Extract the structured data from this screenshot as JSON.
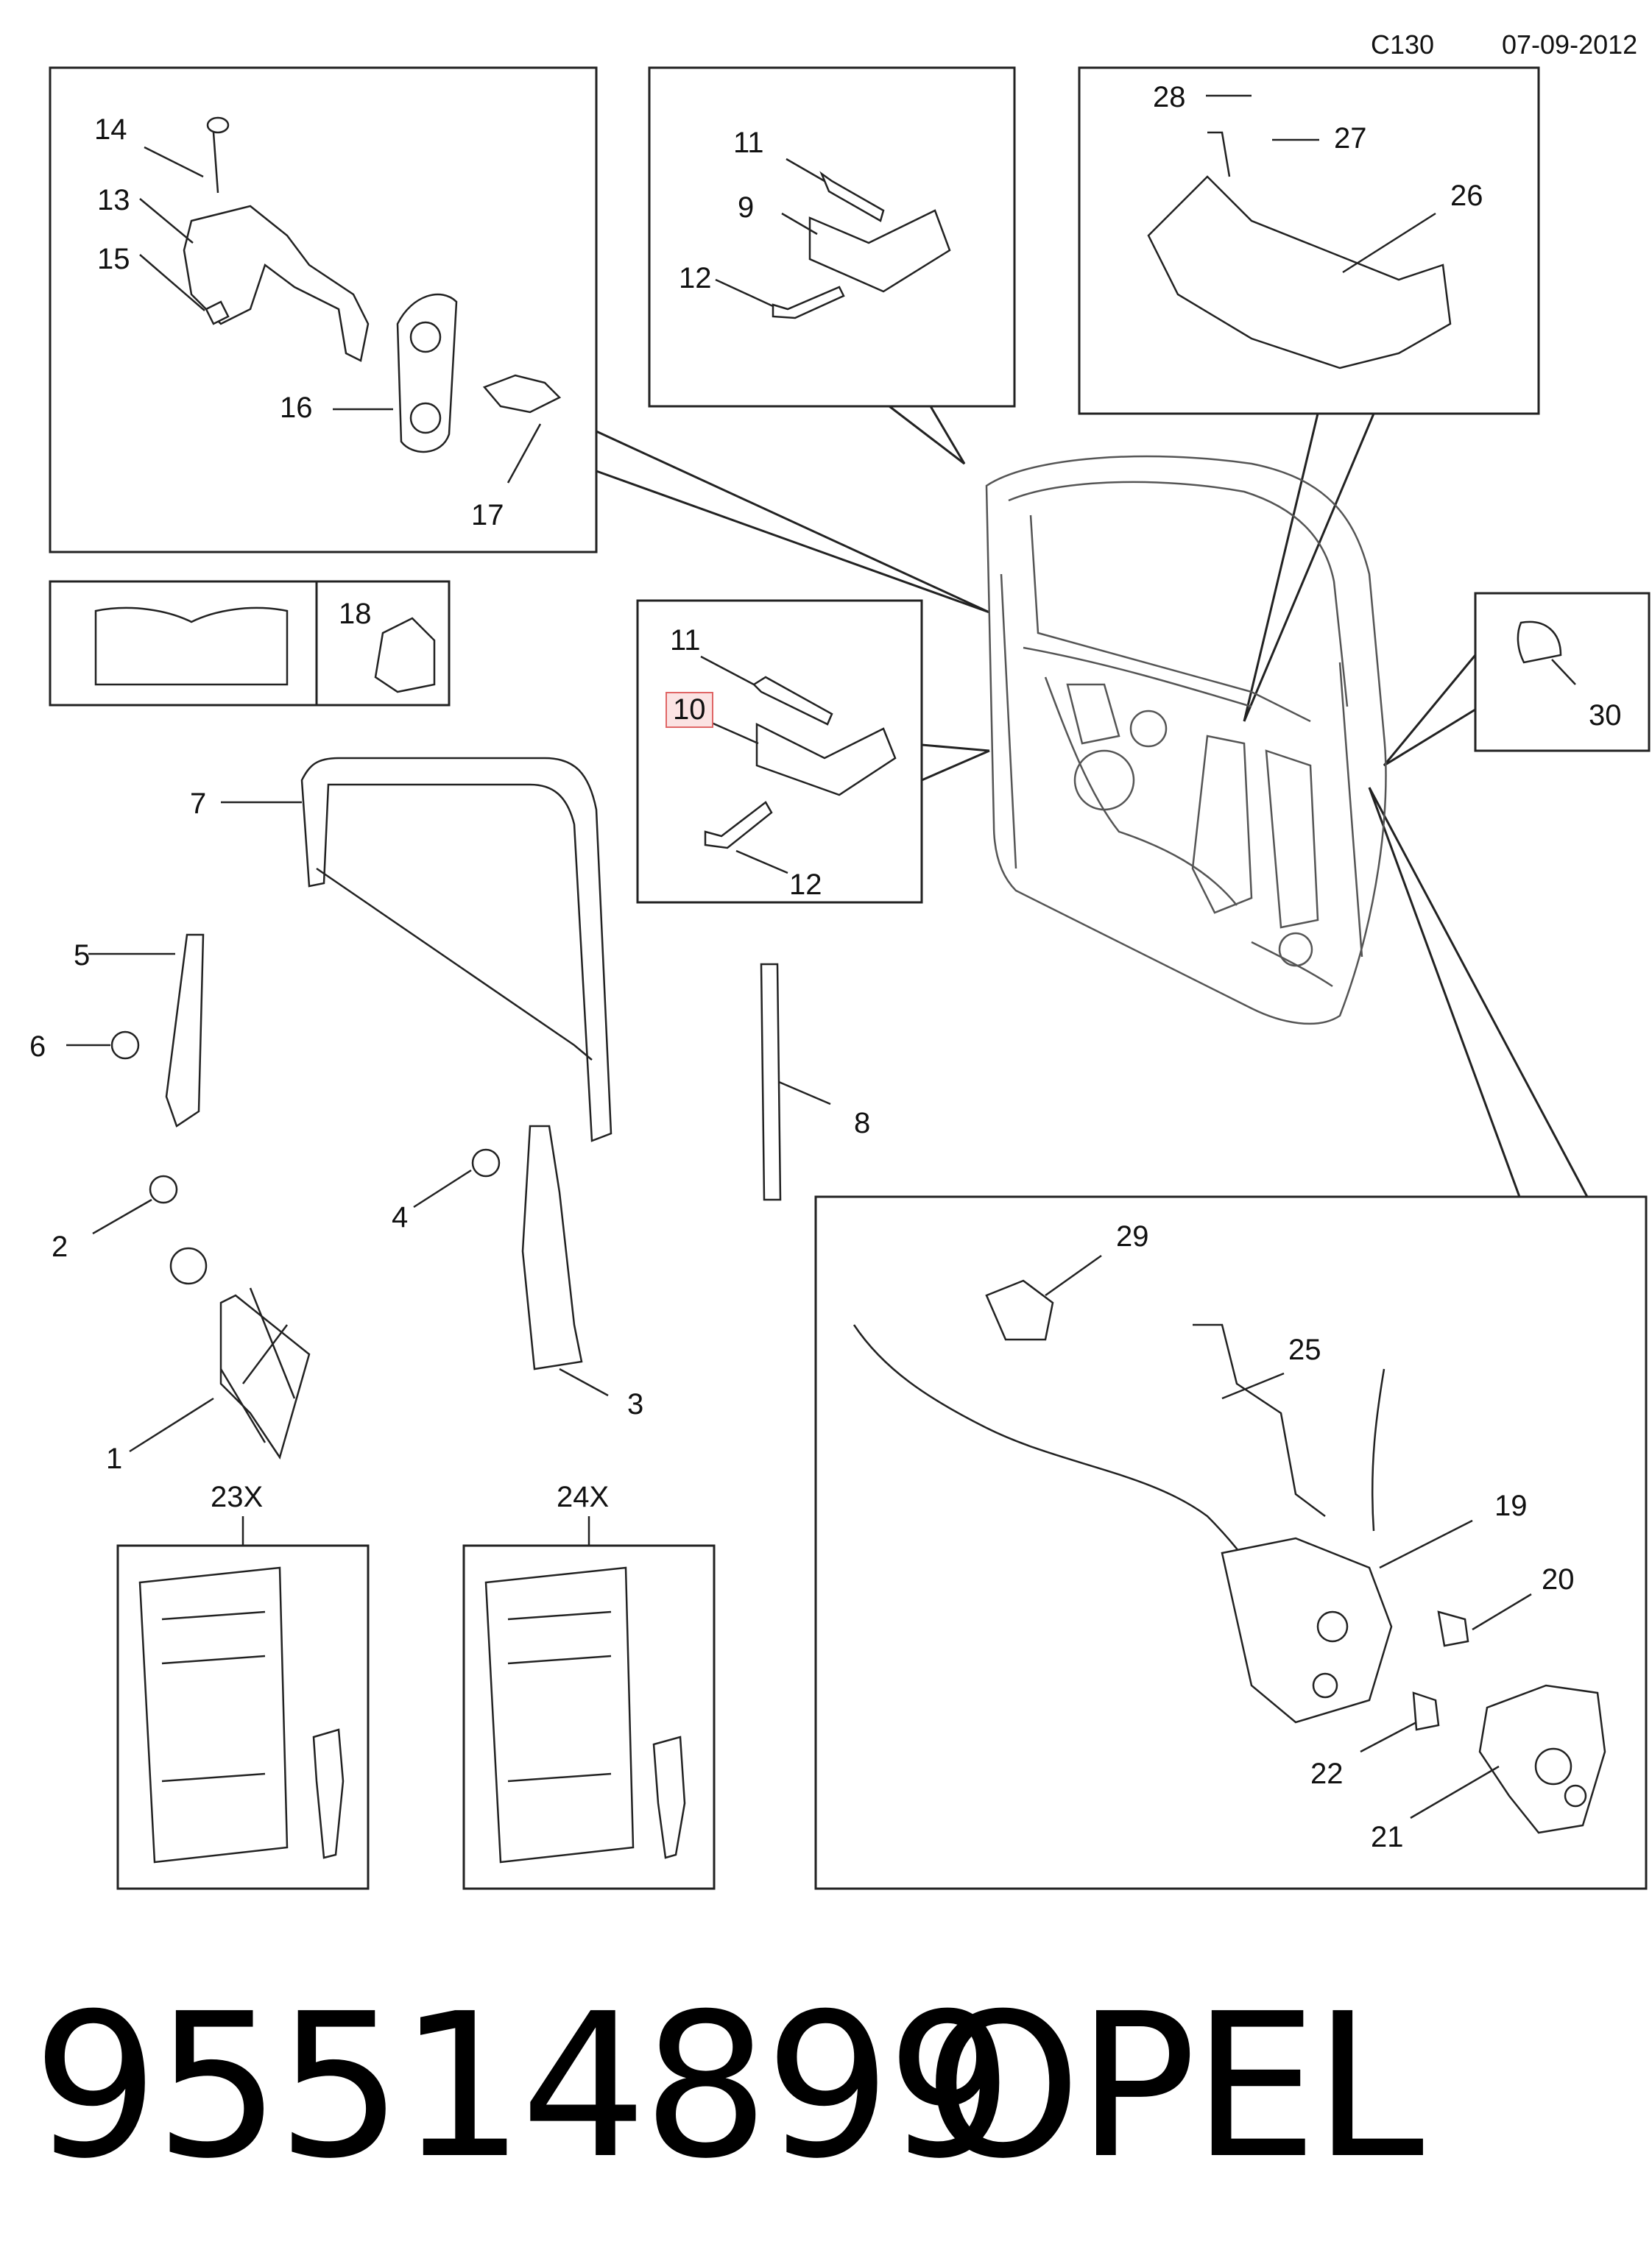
{
  "header": {
    "code": "C130",
    "date": "07-09-2012"
  },
  "callouts": {
    "c1": "1",
    "c2": "2",
    "c3": "3",
    "c4": "4",
    "c5": "5",
    "c6": "6",
    "c7": "7",
    "c8": "8",
    "c9": "9",
    "c10": "10",
    "c11a": "11",
    "c11b": "11",
    "c12a": "12",
    "c12b": "12",
    "c13": "13",
    "c14": "14",
    "c15": "15",
    "c16": "16",
    "c17": "17",
    "c18": "18",
    "c19": "19",
    "c20": "20",
    "c21": "21",
    "c22": "22",
    "c23x": "23X",
    "c24x": "24X",
    "c25": "25",
    "c26": "26",
    "c27": "27",
    "c28": "28",
    "c29": "29",
    "c30": "30"
  },
  "highlight": {
    "callout": "10",
    "color": "#fbe3e3",
    "border": "#e06666"
  },
  "footer": {
    "part_number": "95514899",
    "brand": "OPEL"
  }
}
